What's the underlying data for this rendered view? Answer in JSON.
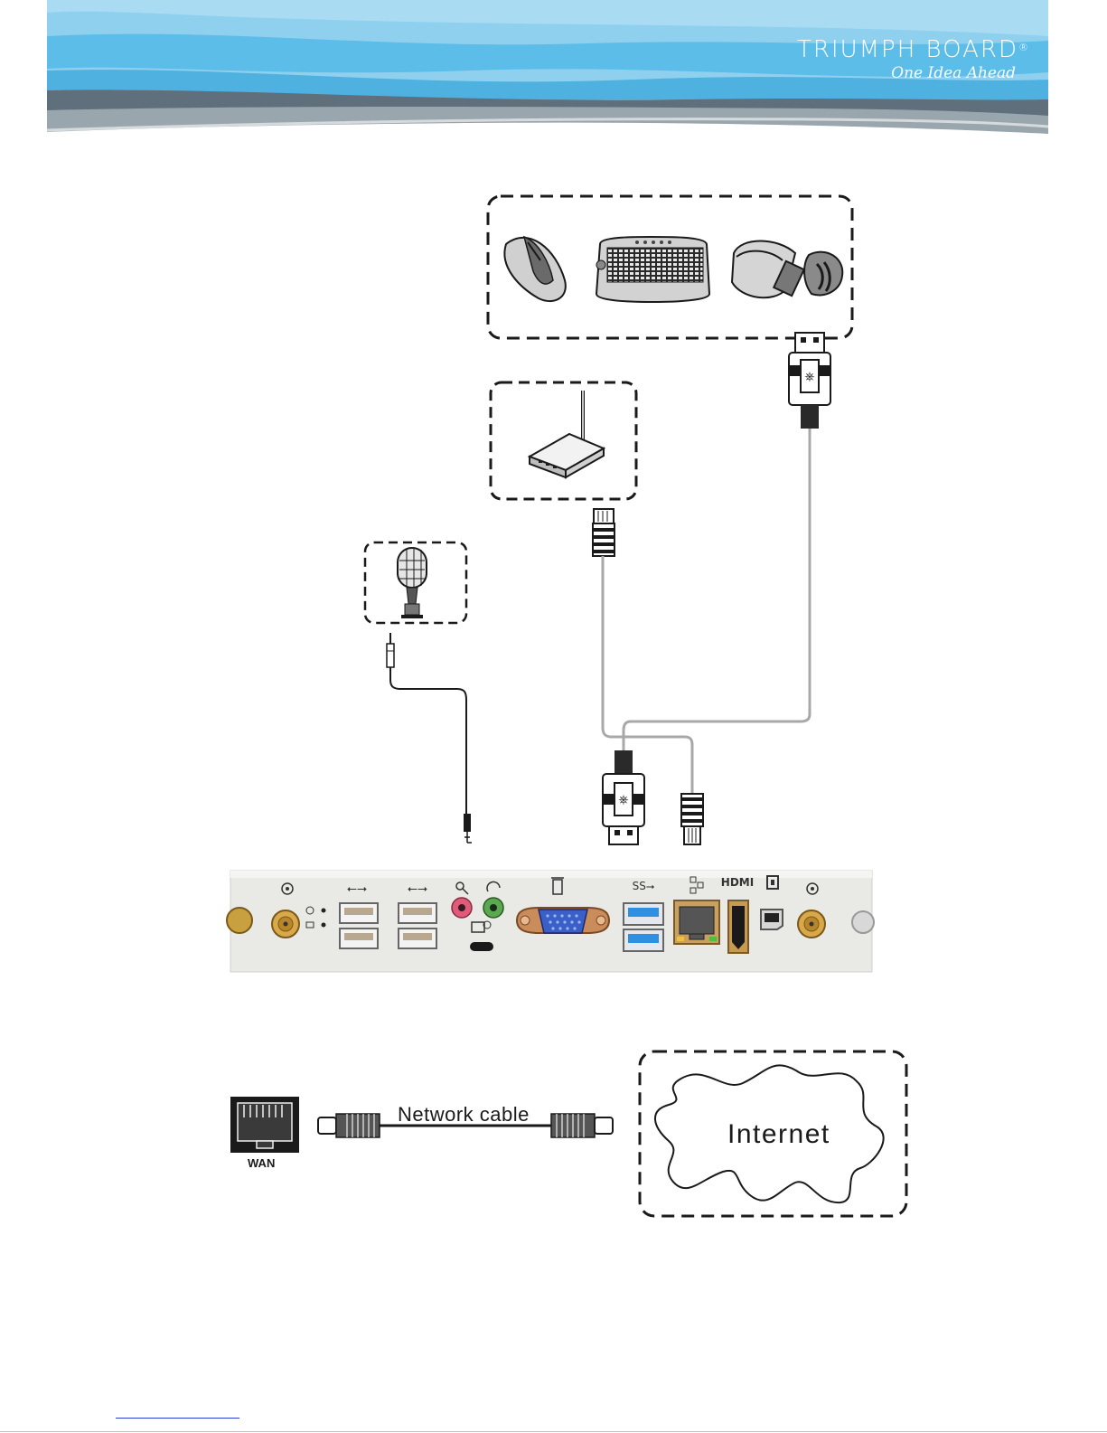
{
  "header": {
    "brand_name": "TRIUMPH BOARD",
    "registered_mark": "®",
    "tagline": "One Idea Ahead"
  },
  "connection_diagram": {
    "peripherals": [
      "mouse-icon",
      "keyboard-icon",
      "usb-dongle-icon"
    ],
    "router": "router-icon",
    "microphone": "microphone-icon",
    "panel_ports": [
      "antenna",
      "usb-2.0",
      "usb-2.0",
      "mic-in",
      "line-out",
      "vga",
      "usb-3.0",
      "lan",
      "hdmi",
      "displayport",
      "antenna"
    ]
  },
  "network": {
    "port_label": "WAN",
    "cable_label": "Network cable",
    "internet_label": "Internet"
  },
  "colors": {
    "header_blue": "#6fc6ec",
    "header_light": "#a9dcf3",
    "header_grey": "#5f6f7b",
    "usb3_blue": "#2f8fe0",
    "vga_blue": "#3a5fc8",
    "mic_pink": "#e05a7a",
    "line_green": "#5aa84f"
  }
}
